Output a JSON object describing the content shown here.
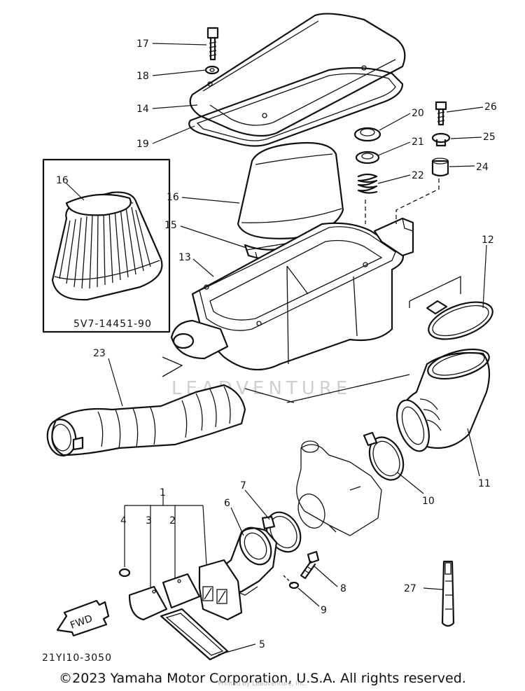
{
  "diagram": {
    "callouts": [
      "1",
      "2",
      "3",
      "4",
      "5",
      "6",
      "7",
      "8",
      "9",
      "10",
      "11",
      "12",
      "13",
      "14",
      "15",
      "16",
      "16",
      "17",
      "18",
      "19",
      "20",
      "21",
      "22",
      "23",
      "24",
      "25",
      "26",
      "27"
    ],
    "inset_part_number": "5V7-14451-90",
    "diagram_code": "21YI10-3050",
    "fwd_label": "FWD",
    "watermark": "LEADVENTURE"
  },
  "footer": {
    "copyright": "©2023 Yamaha Motor Corporation, U.S.A. All rights reserved.",
    "printed_by": "Printed by Leadventure, Inc."
  }
}
